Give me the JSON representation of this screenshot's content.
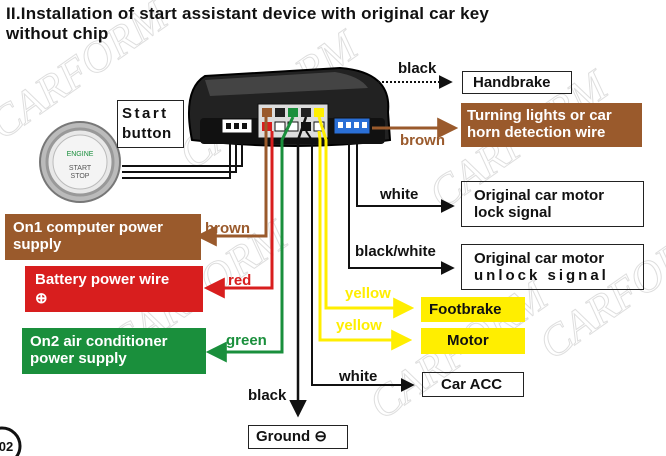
{
  "title": {
    "line1": "II.Installation of start assistant device with original car key",
    "line2": "without chip"
  },
  "watermark": "CARFORM",
  "start_button": {
    "label_line1": "Start",
    "label_line2": "button",
    "icon_text_1": "ENGINE",
    "icon_text_2": "START",
    "icon_text_3": "STOP"
  },
  "left_boxes": {
    "on1": {
      "line1": "On1 computer power",
      "line2": "supply",
      "color": "#9a5a2c"
    },
    "battery": {
      "line1": "Battery power wire",
      "symbol": "⊕",
      "color": "#d81e1e"
    },
    "on2": {
      "line1": "On2 air conditioner",
      "line2": "power supply",
      "color": "#1a8f3c"
    }
  },
  "right_boxes": {
    "handbrake": "Handbrake",
    "turning": {
      "line1": "Turning lights or car",
      "line2": "horn detection wire",
      "color": "#9a5a2c"
    },
    "lock": {
      "line1": "Original car motor",
      "line2": "lock signal"
    },
    "unlock": {
      "line1": "Original car motor",
      "line2": "unlock signal"
    },
    "footbrake": "Footbrake",
    "motor": "Motor",
    "car_acc": "Car ACC",
    "ground": "Ground",
    "ground_symbol": "⊖",
    "yellow_fill": "#ffee00"
  },
  "wire_labels": {
    "black_top": "black",
    "brown_right": "brown",
    "white_lock": "white",
    "black_white": "black/white",
    "brown_left": "brown",
    "red": "red",
    "green": "green",
    "yellow_1": "yellow",
    "yellow_2": "yellow",
    "white_acc": "white",
    "black_ground": "black"
  },
  "page_number": "02",
  "colors": {
    "black": "#111111",
    "brown": "#9a5a2c",
    "red": "#d81e1e",
    "green": "#1a8f3c",
    "yellow": "#ffee00",
    "blue": "#2a6fd6"
  }
}
